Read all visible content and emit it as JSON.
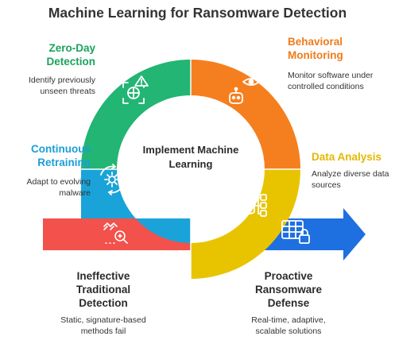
{
  "title": "Machine Learning for Ransomware Detection",
  "center_label": "Implement Machine Learning",
  "segments": [
    {
      "id": "zero-day",
      "heading": "Zero-Day Detection",
      "description": "Identify previously unseen threats",
      "color": "#22b573"
    },
    {
      "id": "behavioral",
      "heading": "Behavioral Monitoring",
      "description": "Monitor software under controlled conditions",
      "color": "#f57f1e"
    },
    {
      "id": "data-analysis",
      "heading": "Data Analysis",
      "description": "Analyze diverse data sources",
      "color": "#e8c400"
    },
    {
      "id": "retraining",
      "heading": "Continuous Retraining",
      "description": "Adapt to evolving malware",
      "color": "#1aa3d9"
    },
    {
      "id": "ineffective",
      "heading": "Ineffective Traditional Detection",
      "description": "Static, signature-based methods fail",
      "color": "#f2524b"
    },
    {
      "id": "proactive",
      "heading": "Proactive Ransomware Defense",
      "description": "Real-time, adaptive, scalable solutions",
      "color": "#1e6fe0"
    }
  ],
  "text_colors": {
    "zero-day": "#1aa35c",
    "behavioral": "#f07b1a",
    "data-analysis": "#e5b800",
    "retraining": "#1a9fd6",
    "ineffective": "#333333",
    "proactive": "#333333"
  },
  "icons": [
    "warning-scan-icon",
    "robot-eye-icon",
    "database-network-icon",
    "gear-cycle-icon",
    "broken-magnifier-icon",
    "secure-grid-icon"
  ]
}
